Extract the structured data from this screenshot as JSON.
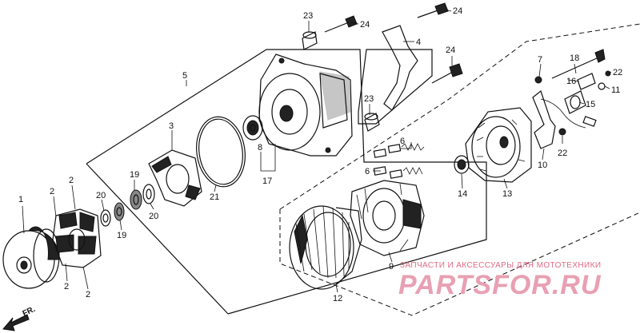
{
  "labels": {
    "l1": "1",
    "l2a": "2",
    "l2b": "2",
    "l2c": "2",
    "l2d": "2",
    "l3": "3",
    "l4": "4",
    "l5": "5",
    "l6a": "6",
    "l6b": "6",
    "l7": "7",
    "l8": "8",
    "l9": "9",
    "l10": "10",
    "l11": "11",
    "l12": "12",
    "l13": "13",
    "l14": "14",
    "l15": "15",
    "l16": "16",
    "l17": "17",
    "l18": "18",
    "l19a": "19",
    "l19b": "19",
    "l20a": "20",
    "l20b": "20",
    "l21": "21",
    "l22a": "22",
    "l22b": "22",
    "l23a": "23",
    "l23b": "23",
    "l24a": "24",
    "l24b": "24",
    "l24c": "24"
  },
  "direction": {
    "front": "FR."
  },
  "watermark": {
    "caption": "ЗАПЧАСТИ И АКСЕССУАРЫ ДЛЯ МОТОТЕХНИКИ",
    "brand": "PARTSFOR.RU"
  }
}
